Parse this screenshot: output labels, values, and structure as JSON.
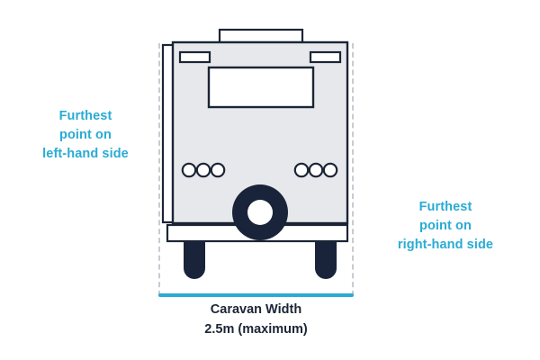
{
  "diagram": {
    "title_caption": "Caravan Width\n2.5m (maximum)",
    "left_annotation": "Furthest\npoint on\nleft-hand side",
    "right_annotation": "Furthest\npoint on\nright-hand side",
    "measurement": {
      "name": "Caravan Width",
      "value": "2.5m",
      "qualifier": "(maximum)"
    },
    "colors": {
      "accent_cyan": "#29abd4",
      "dark_navy": "#19243a",
      "body_grey": "#e6e8eb",
      "guide_grey": "#c7cbd1",
      "outline": "#1b2535"
    },
    "subject": "caravan-rear-view",
    "parts": [
      "roof-vent",
      "marker-light-left",
      "marker-light-right",
      "rear-window",
      "light-cluster-left",
      "light-cluster-right",
      "spare-wheel",
      "bumper-bar",
      "support-leg-left",
      "support-leg-right",
      "awning-rail-left"
    ]
  }
}
